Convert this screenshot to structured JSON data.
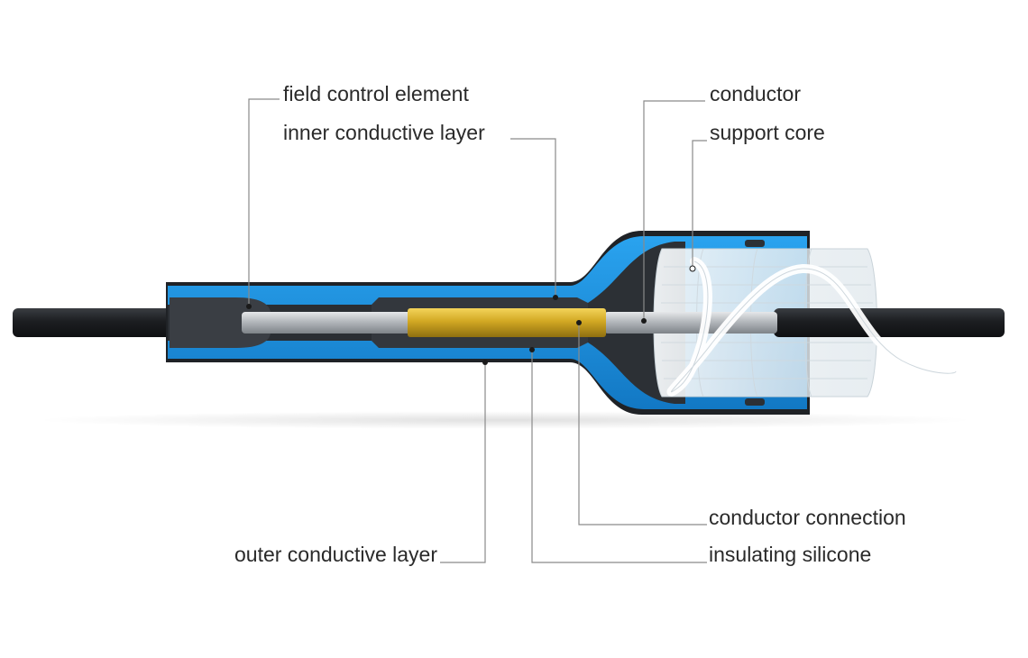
{
  "labels": {
    "field_control_element": "field control element",
    "inner_conductive_layer": "inner conductive layer",
    "conductor": "conductor",
    "support_core": "support core",
    "conductor_connection": "conductor connection",
    "outer_conductive_layer": "outer conductive layer",
    "insulating_silicone": "insulating silicone"
  },
  "colors": {
    "background": "#ffffff",
    "cable_jacket": "#1e2023",
    "insulation_blue": "#1a8fd9",
    "semi_conductive": "#2e3238",
    "conductor_silver": "#b8bcc0",
    "connector_brass": "#d2a823",
    "support_core_translucent": "#e8eef2",
    "leader_line": "#8a8a8a"
  }
}
